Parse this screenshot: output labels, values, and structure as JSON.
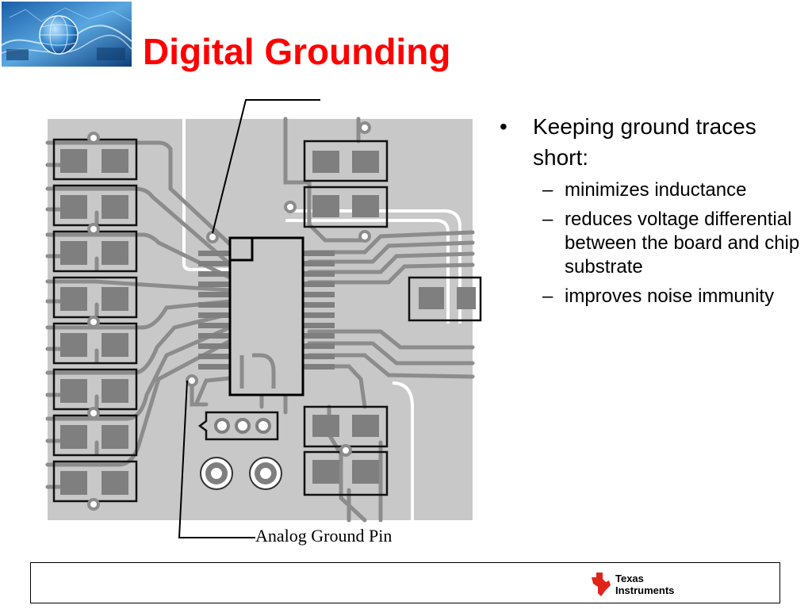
{
  "slide": {
    "title": "Digital Grounding"
  },
  "figure": {
    "callout_label": "Analog Ground Pin"
  },
  "bullets": {
    "main": {
      "marker": "•",
      "text": "Keeping ground traces short:"
    },
    "sub_marker": "–",
    "sub_items": [
      "minimizes inductance",
      "reduces voltage differential between the board and chip substrate",
      "improves noise immunity"
    ]
  },
  "footer": {
    "brand_line1": "Texas",
    "brand_line2": "Instruments"
  },
  "colors": {
    "title": "#ff0000",
    "board": "#c8c8c8",
    "trace": "#8c8c8c",
    "pad": "#7f7f7f",
    "ti_red": "#e2231a"
  },
  "icons": {
    "logo": "globe-logo-icon",
    "brand": "texas-instruments-logo-icon"
  }
}
